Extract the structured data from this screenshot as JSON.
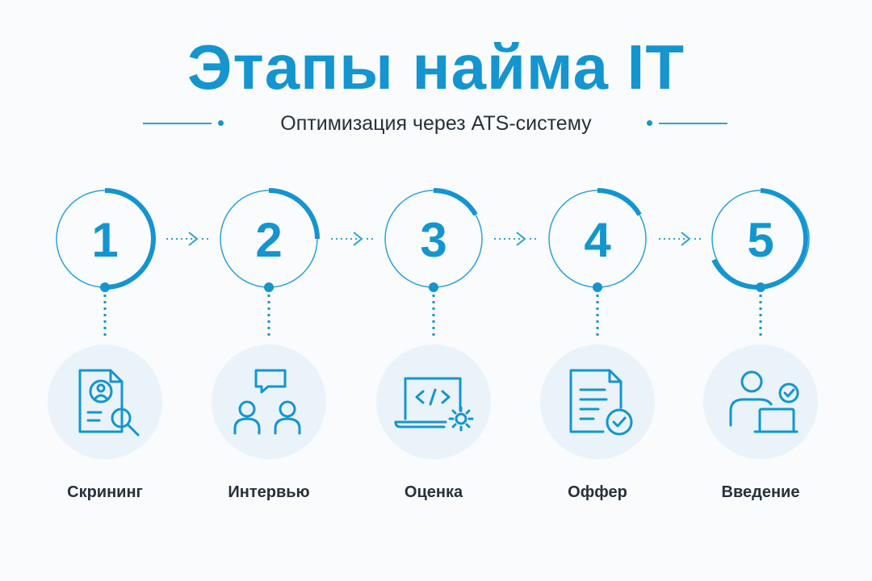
{
  "title": "Этапы найма IT",
  "subtitle": "Оптимизация через ATS-систему",
  "colors": {
    "accent": "#1495cf",
    "text": "#26313d",
    "icon_bg": "#e9f3f9"
  },
  "steps": [
    {
      "number": "1",
      "label": "Скрининг",
      "icon": "resume-search-icon"
    },
    {
      "number": "2",
      "label": "Интервью",
      "icon": "interview-chat-icon"
    },
    {
      "number": "3",
      "label": "Оценка",
      "icon": "code-laptop-icon"
    },
    {
      "number": "4",
      "label": "Оффер",
      "icon": "offer-document-check-icon"
    },
    {
      "number": "5",
      "label": "Введение",
      "icon": "onboarding-person-icon"
    }
  ]
}
